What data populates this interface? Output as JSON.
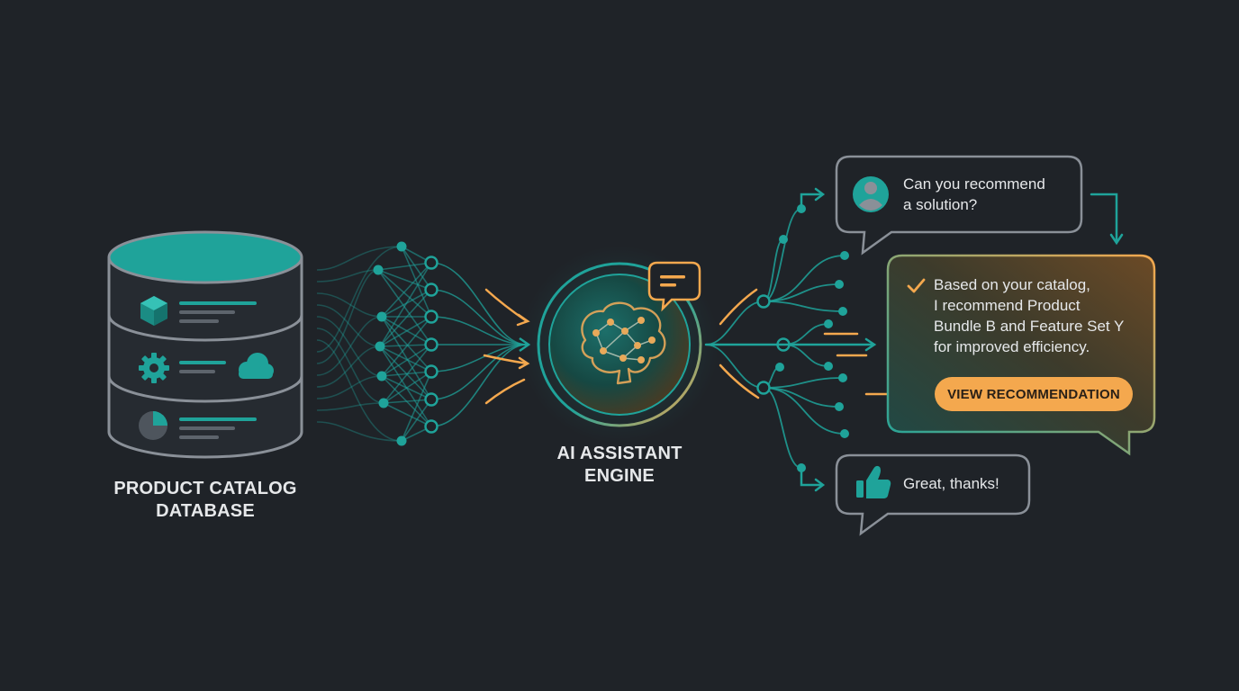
{
  "colors": {
    "background": "#1f2328",
    "teal": "#1fa39a",
    "orange": "#f4a84e",
    "outline": "#8a9098",
    "text": "#e6e8ea"
  },
  "database": {
    "label_line1": "PRODUCT CATALOG",
    "label_line2": "DATABASE",
    "icons": [
      "cube-icon",
      "gear-icon",
      "cloud-icon",
      "pie-chart-icon"
    ]
  },
  "engine": {
    "label_line1": "AI ASSISTANT",
    "label_line2": "ENGINE",
    "icons": [
      "brain-icon",
      "chat-bubble-icon"
    ]
  },
  "chat": {
    "user_message": [
      "Can you recommend",
      "a solution?"
    ],
    "assistant_message": [
      "Based on your catalog,",
      "I recommend Product",
      "Bundle B and Feature Set Y",
      "for improved efficiency."
    ],
    "cta_label": "VIEW RECOMMENDATION",
    "reply_message": "Great, thanks!",
    "icons": [
      "user-avatar-icon",
      "checkmark-icon",
      "thumbs-up-icon"
    ]
  }
}
